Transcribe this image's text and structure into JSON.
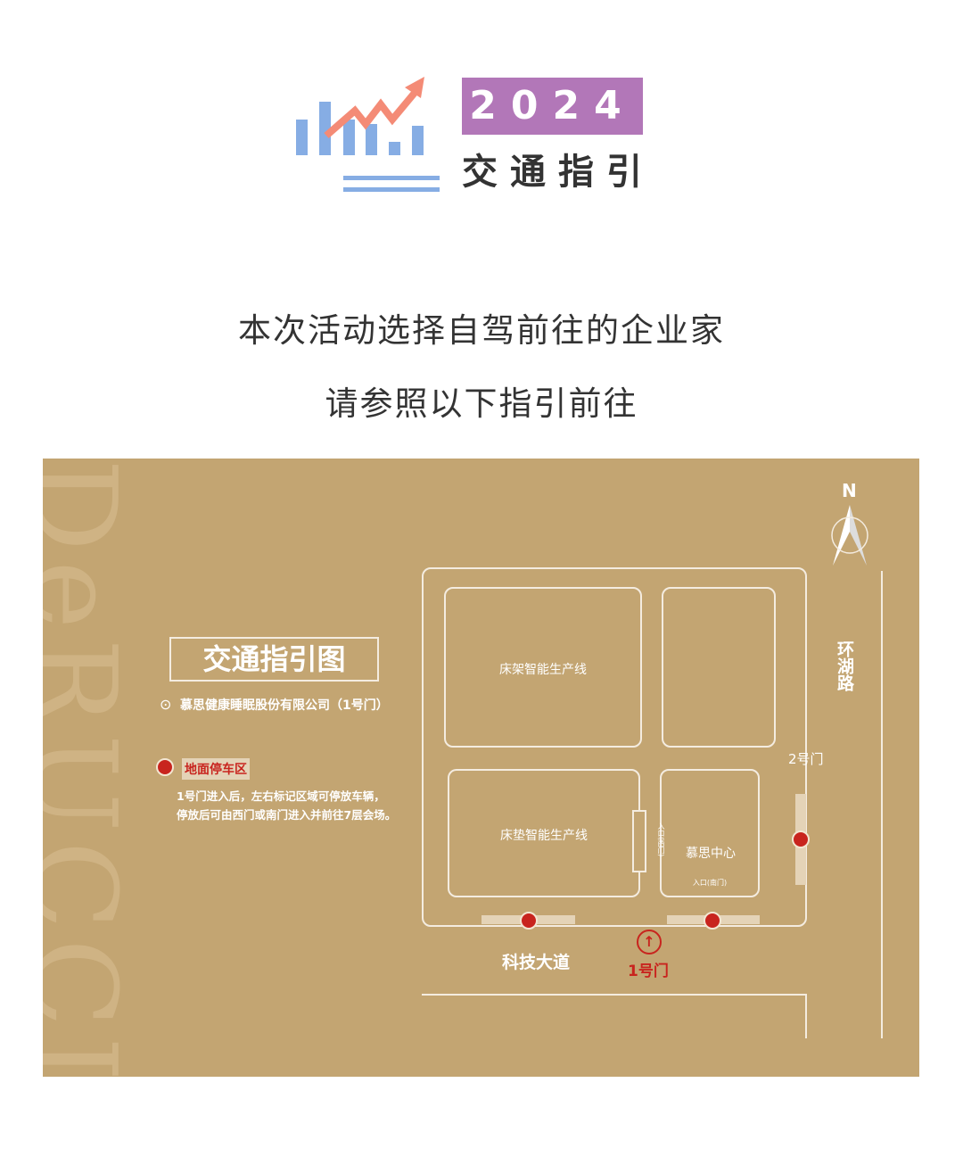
{
  "header": {
    "year": "2024",
    "title": "交通指引"
  },
  "intro": [
    "本次活动选择自驾前往的企业家",
    "请参照以下指引前往"
  ],
  "map": {
    "watermark": "DeRUCCI",
    "title": "交通指引图",
    "address": "慕思健康睡眠股份有限公司（1号门）",
    "parking_label": "地面停车区",
    "parking_desc": [
      "1号门进入后，左右标记区域可停放车辆，",
      "停放后可由西门或南门进入并前往7层会场。"
    ],
    "buildings": [
      "床架智能生产线",
      "",
      "床垫智能生产线",
      "慕思中心"
    ],
    "west_entrance": "入口(西门)",
    "south_entrance": "入口(南门)",
    "road_south": "科技大道",
    "road_east": "环湖路",
    "gate1": "1号门",
    "gate2": "2号门",
    "north": "N",
    "colors": {
      "map_bg": "#c3a572",
      "marker": "#c8241e",
      "accent": "#b277b8"
    }
  }
}
